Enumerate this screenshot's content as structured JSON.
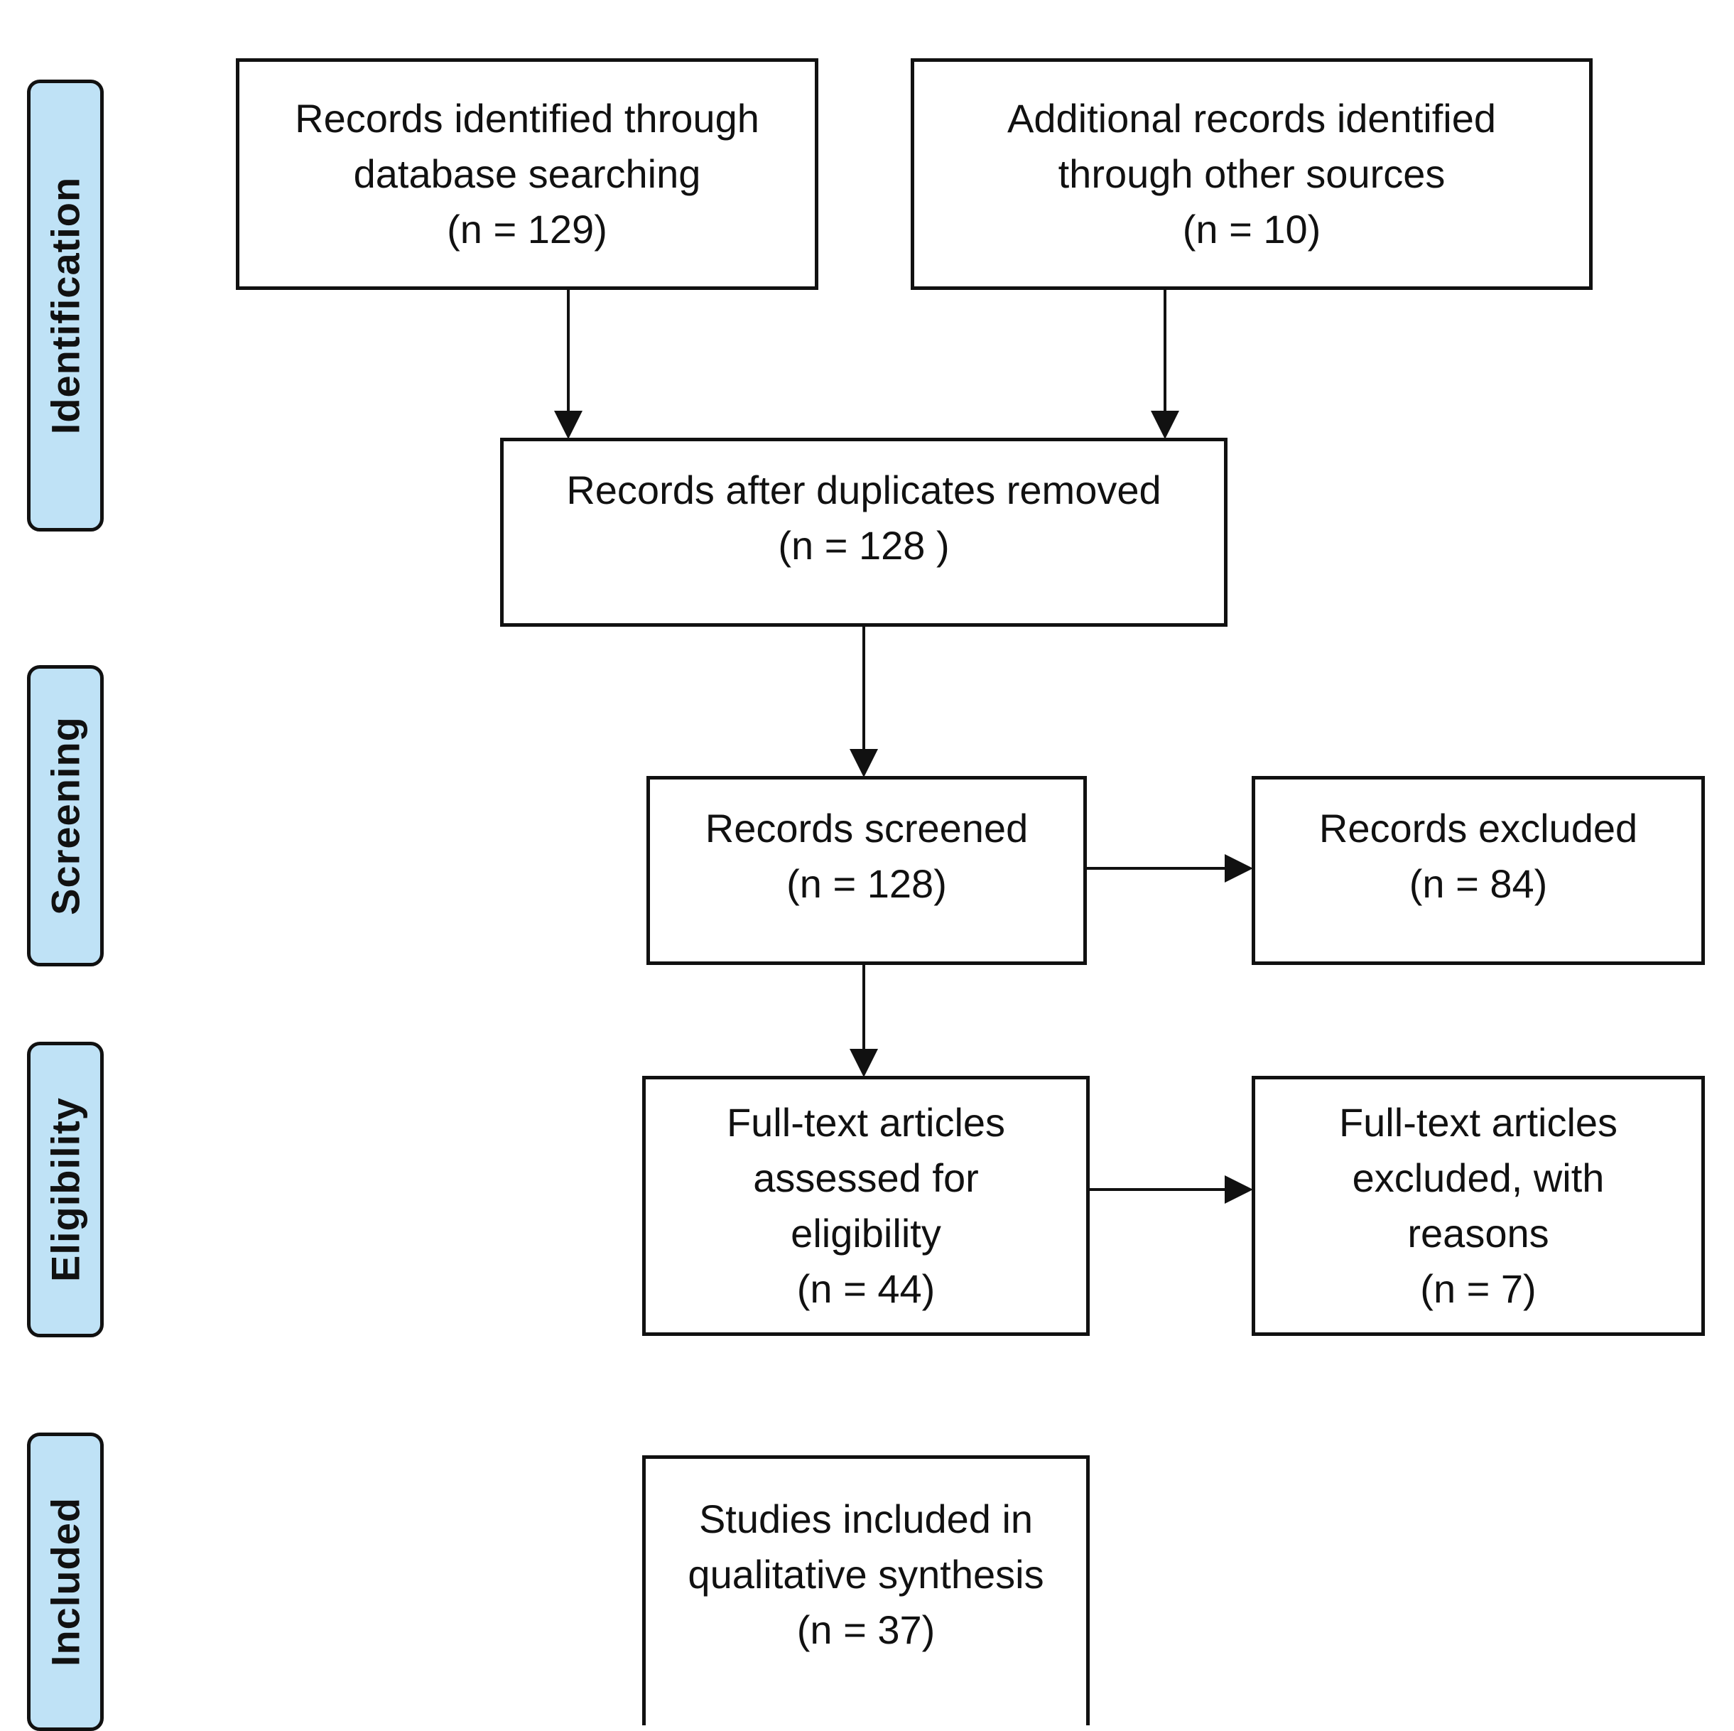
{
  "phases": {
    "identification": "Identification",
    "screening": "Screening",
    "eligibility": "Eligibility",
    "included": "Included"
  },
  "boxes": {
    "db_search": {
      "lines": [
        "Records identified through",
        "database searching",
        "(n = 129)"
      ]
    },
    "other_sources": {
      "lines": [
        "Additional records identified",
        "through other sources",
        "(n = 10)"
      ]
    },
    "duplicates_removed": {
      "lines": [
        "Records after  duplicates removed",
        "(n = 128 )"
      ]
    },
    "screened": {
      "lines": [
        "Records screened",
        "(n = 128)"
      ]
    },
    "excluded": {
      "lines": [
        "Records excluded",
        "(n = 84)"
      ]
    },
    "fulltext_assessed": {
      "lines": [
        "Full-text articles",
        "assessed  for",
        "eligibility",
        "(n = 44)"
      ]
    },
    "fulltext_excluded": {
      "lines": [
        "Full-text articles",
        "excluded, with",
        "reasons",
        "(n = 7)"
      ]
    },
    "included": {
      "lines": [
        "Studies included in",
        "qualitative synthesis",
        "(n = 37)"
      ]
    }
  },
  "colors": {
    "phase_fill": "#bfe2f6",
    "stroke": "#111111"
  }
}
